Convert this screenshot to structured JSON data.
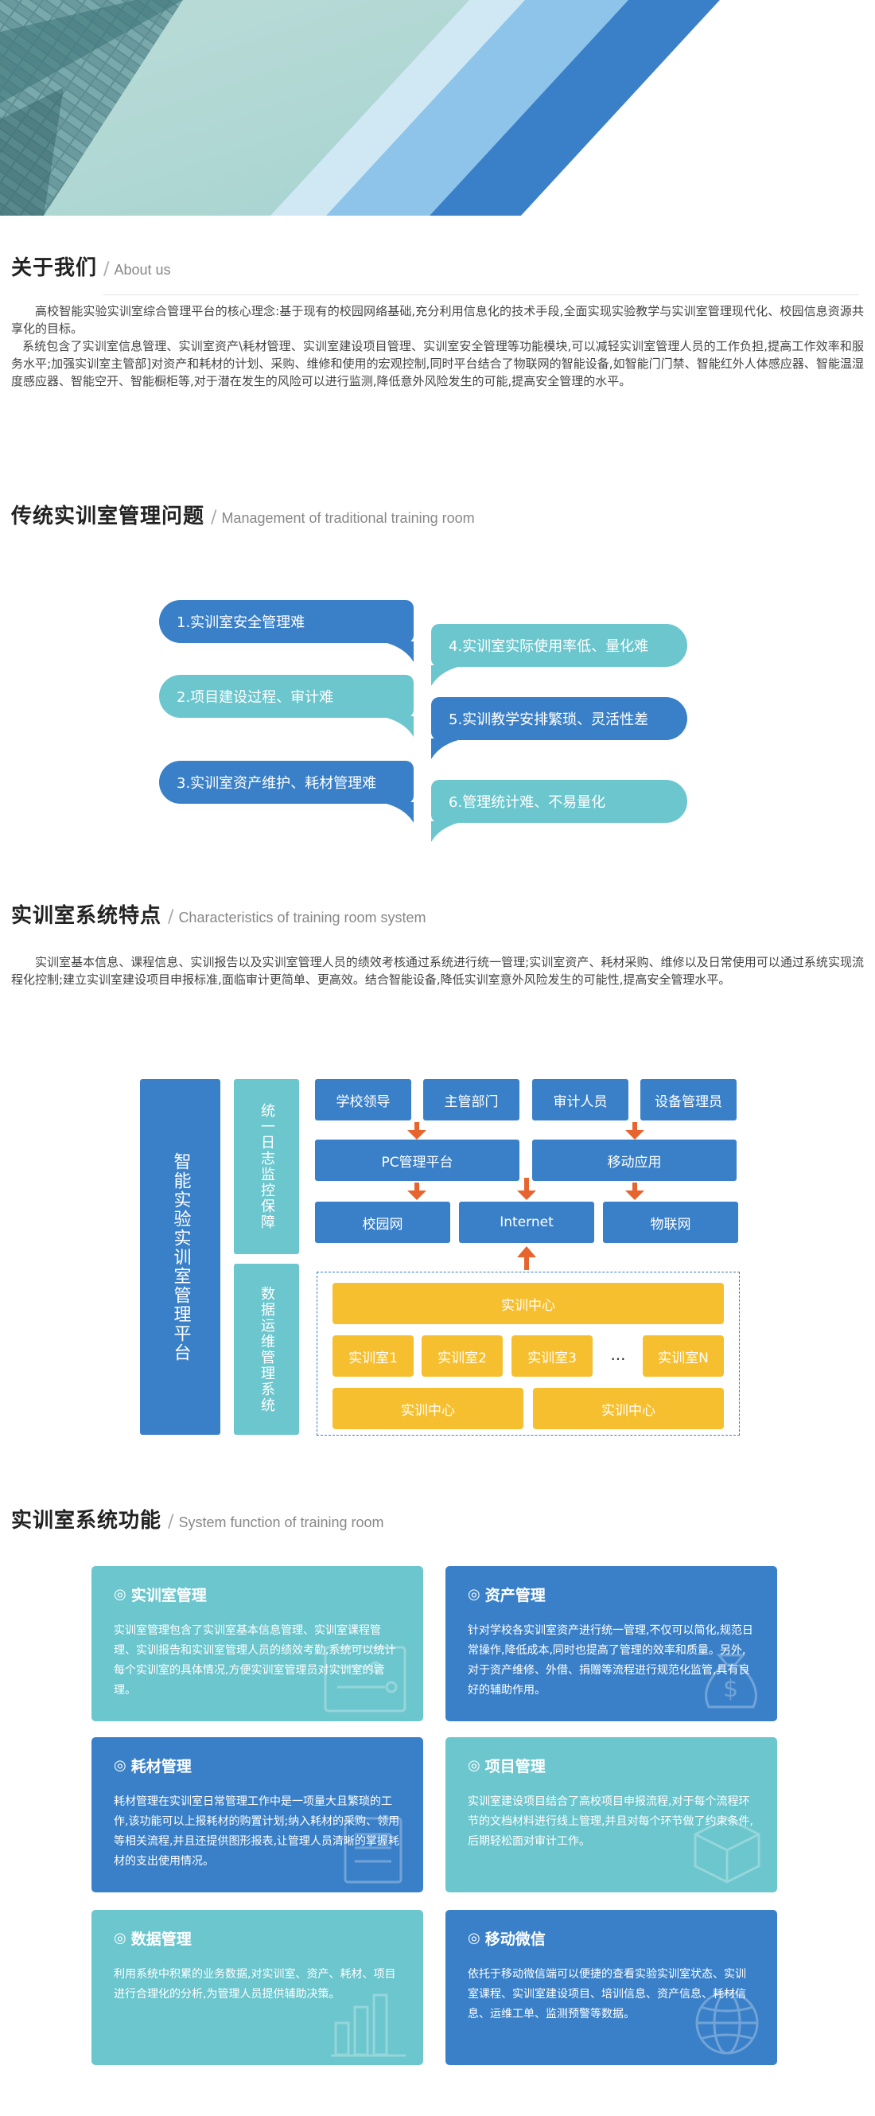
{
  "colors": {
    "blue": "#3a80c8",
    "teal": "#6cc6ce",
    "yellow": "#f6bf2f",
    "arrow": "#e8642f"
  },
  "about": {
    "title_cn": "关于我们",
    "title_en": "About us",
    "paragraphs": [
      "高校智能实验实训室综合管理平台的核心理念:基于现有的校园网络基础,充分利用信息化的技术手段,全面实现实验教学与实训室管理现代化、校园信息资源共享化的目标。",
      "系统包含了实训室信息管理、实训室资产\\耗材管理、实训室建设项目管理、实训室安全管理等功能模块,可以减轻实训室管理人员的工作负担,提高工作效率和服务水平;加强实训室主管部]对资产和耗材的计划、采购、维修和使用的宏观控制,同时平台结合了物联网的智能设备,如智能门门禁、智能红外人体感应器、智能温湿度感应器、智能空开、智能橱柜等,对于潜在发生的风险可以进行监测,降低意外风险发生的可能,提高安全管理的水平。"
    ]
  },
  "problems": {
    "title_cn": "传统实训室管理问题",
    "title_en": "Management of traditional training room",
    "items": [
      "1.实训室安全管理难",
      "2.项目建设过程、审计难",
      "3.实训室资产维护、耗材管理难",
      "4.实训室实际使用率低、量化难",
      "5.实训教学安排繁琐、灵活性差",
      "6.管理统计难、不易量化"
    ]
  },
  "features": {
    "title_cn": "实训室系统特点",
    "title_en": "Characteristics of training room system",
    "paragraph": "实训室基本信息、课程信息、实训报告以及实训室管理人员的绩效考核通过系统进行统一管理;实训室资产、耗材采购、维修以及日常使用可以通过系统实现流程化控制;建立实训室建设项目申报标准,面临审计更简单、更高效。结合智能设备,降低实训室意外风险发生的可能性,提高安全管理水平。"
  },
  "architecture": {
    "platform": "智能实验实训室管理平台",
    "side_top": "统一日志监控保障",
    "side_bottom": "数据运维管理系统",
    "users": [
      "学校领导",
      "主管部门",
      "审计人员",
      "设备管理员"
    ],
    "apps": [
      "PC管理平台",
      "移动应用"
    ],
    "networks": [
      "校园网",
      "Internet",
      "物联网"
    ],
    "center_top": "实训中心",
    "rooms": [
      "实训室1",
      "实训室2",
      "实训室3",
      "...",
      "实训室N"
    ],
    "centers_bottom": [
      "实训中心",
      "实训中心"
    ]
  },
  "functions": {
    "title_cn": "实训室系统功能",
    "title_en": "System function of training room",
    "cards": [
      {
        "title": "实训室管理",
        "desc": "实训室管理包含了实训室基本信息管理、实训室课程管理、实训报告和实训室管理人员的绩效考勤,系统可以统计每个实训室的具体情况,方便实训室管理员对实训室的管理。",
        "icon": "circuit-board-icon"
      },
      {
        "title": "资产管理",
        "desc": "针对学校各实训室资产进行统一管理,不仅可以简化,规范日常操作,降低成本,同时也提高了管理的效率和质量。另外,对于资产维修、外借、捐赠等流程进行规范化监管,具有良好的辅助作用。",
        "icon": "money-bag-icon"
      },
      {
        "title": "耗材管理",
        "desc": "耗材管理在实训室日常管理工作中是一项量大且繁琐的工作,该功能可以上报耗材的购置计划;纳入耗材的采购、领用等相关流程,并且还提供图形报表,让管理人员清晰的掌握耗材的支出使用情况。",
        "icon": "report-form-icon"
      },
      {
        "title": "项目管理",
        "desc": "实训室建设项目结合了高校项目申报流程,对于每个流程环节的文档材料进行线上管理,并且对每个环节做了约束条件,后期轻松面对审计工作。",
        "icon": "cube-box-icon"
      },
      {
        "title": "数据管理",
        "desc": "利用系统中积累的业务数据,对实训室、资产、耗材、项目进行合理化的分析,为管理人员提供辅助决策。",
        "icon": "bar-chart-icon"
      },
      {
        "title": "移动微信",
        "desc": "依托于移动微信端可以便捷的查看实验实训室状态、实训室课程、实训室建设项目、培训信息、资产信息、耗材信息、运维工单、监测预警等数据。",
        "icon": "globe-icon"
      }
    ]
  }
}
